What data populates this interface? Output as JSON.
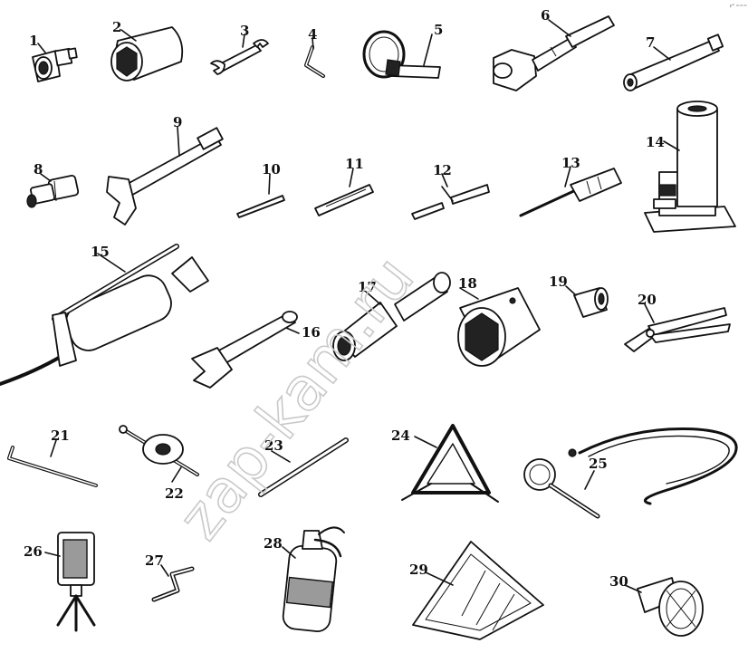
{
  "corner_mark": "r° ===",
  "watermark": "zap-kam.ru",
  "callouts": [
    "1",
    "2",
    "3",
    "4",
    "5",
    "6",
    "7",
    "8",
    "9",
    "10",
    "11",
    "12",
    "13",
    "14",
    "15",
    "16",
    "17",
    "18",
    "19",
    "20",
    "21",
    "22",
    "23",
    "24",
    "25",
    "26",
    "27",
    "28",
    "29",
    "30"
  ]
}
